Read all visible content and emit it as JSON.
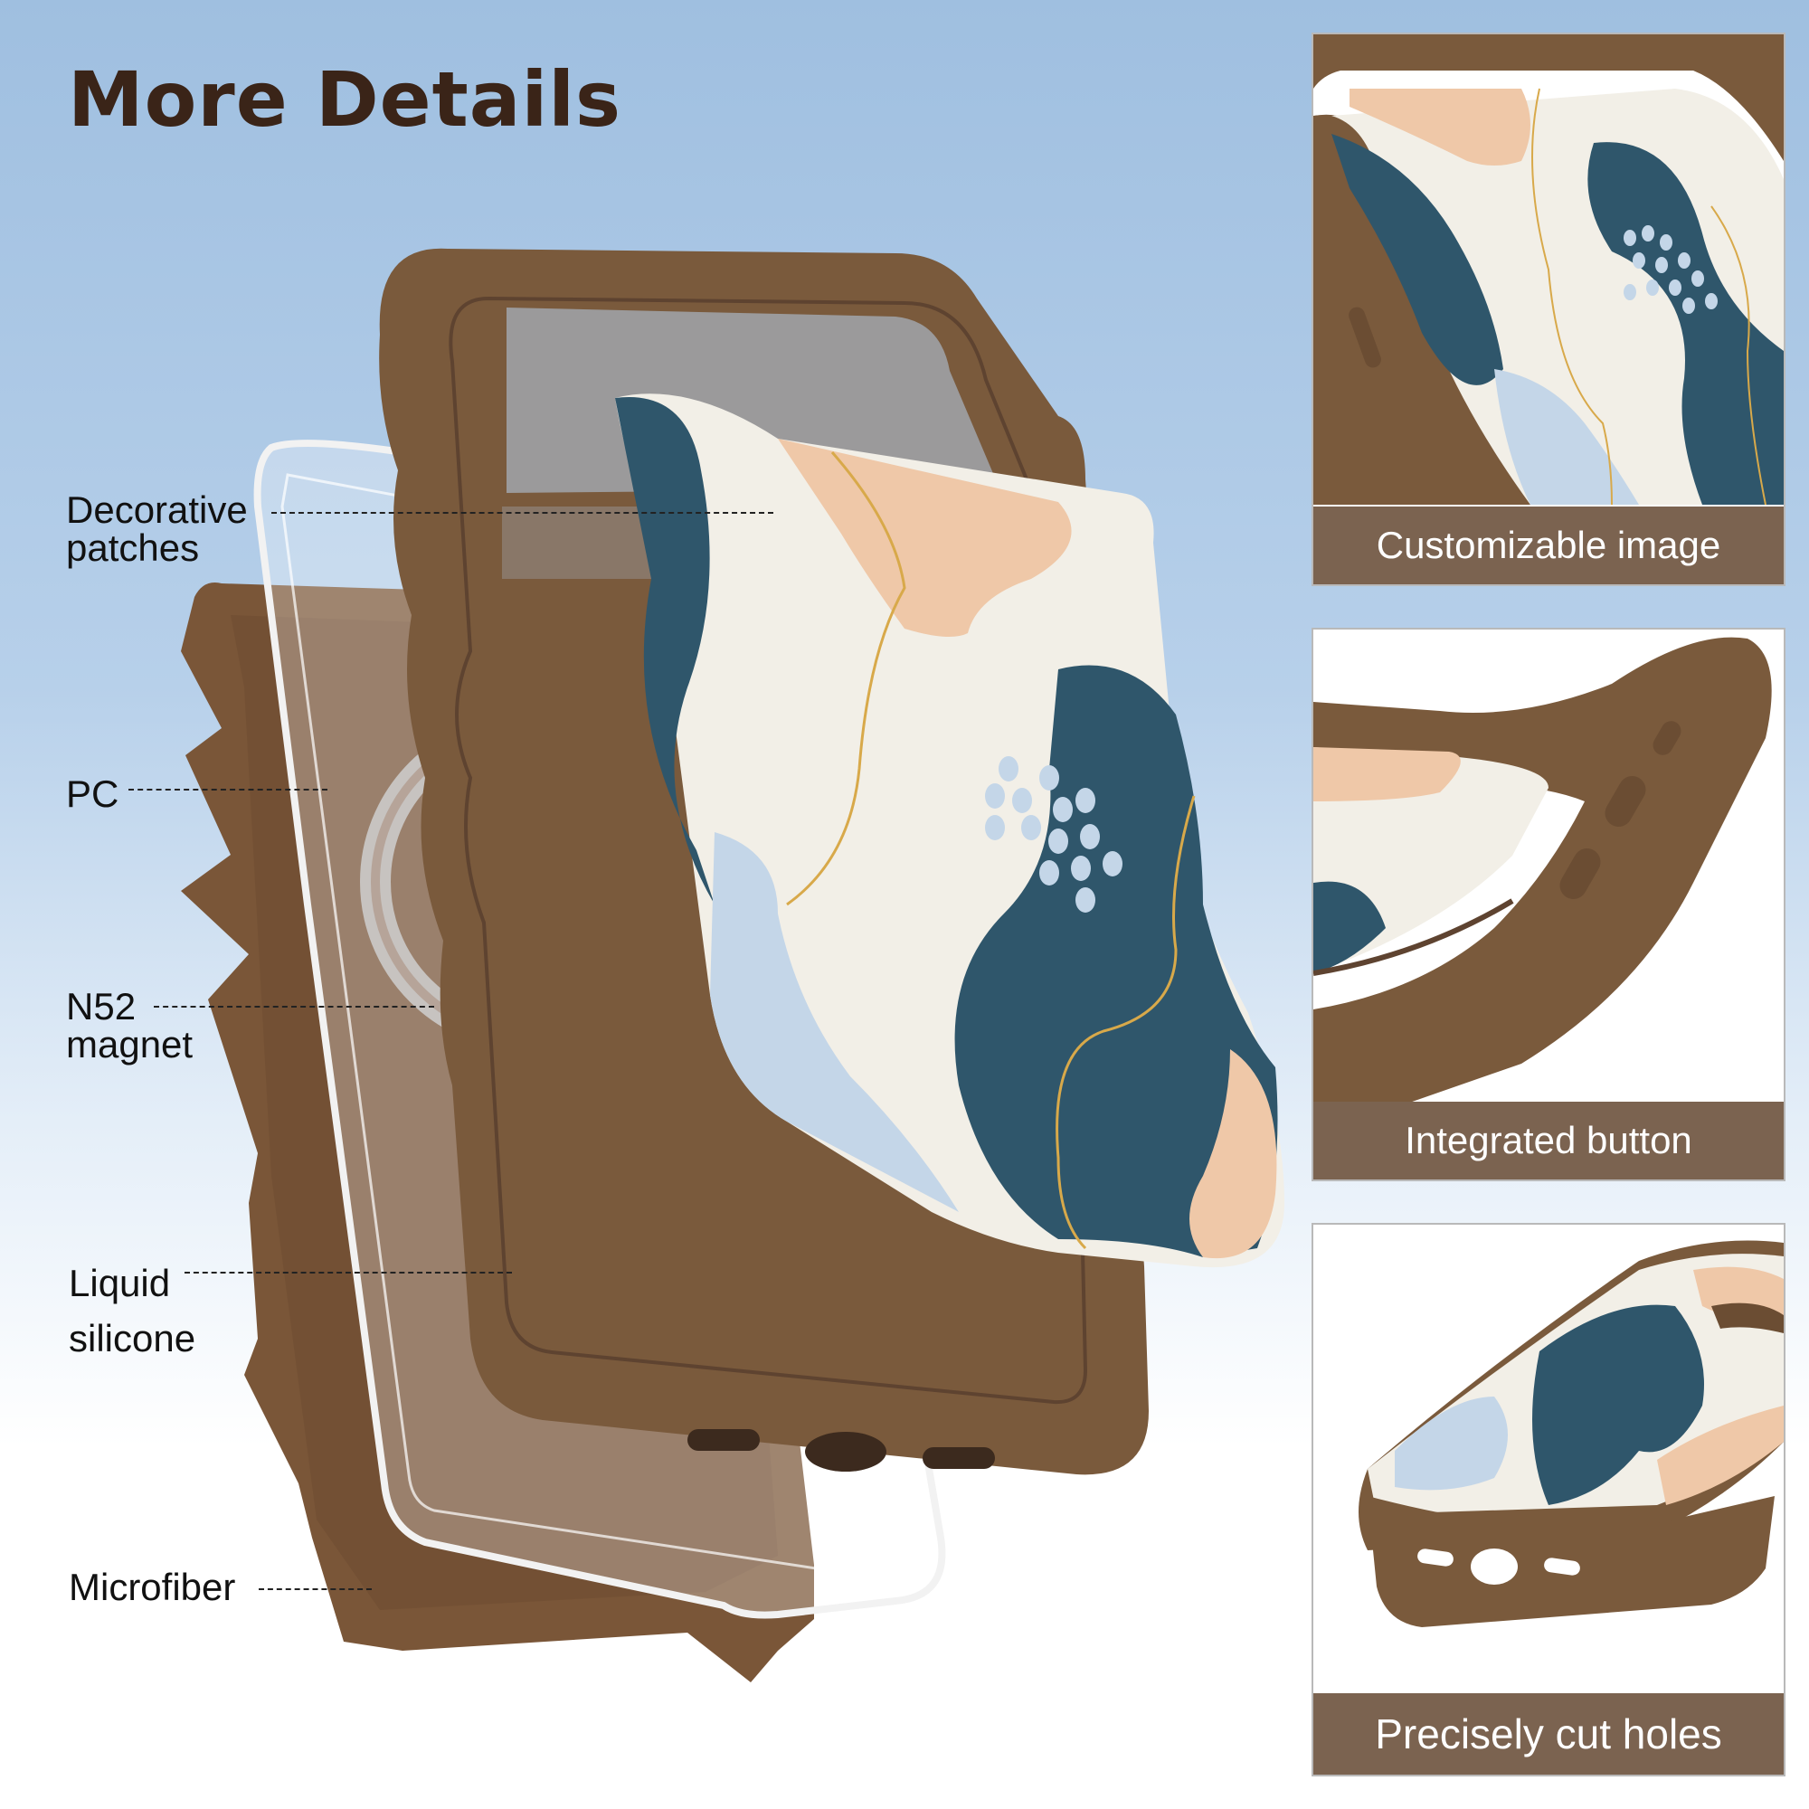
{
  "header": {
    "title": "More Details"
  },
  "layers": [
    {
      "line1": "Decorative",
      "line2": "patches"
    },
    {
      "line1": "PC",
      "line2": ""
    },
    {
      "line1": "N52",
      "line2": "magnet"
    },
    {
      "line1": "Liquid",
      "line2": "silicone"
    },
    {
      "line1": "Microfiber",
      "line2": ""
    }
  ],
  "features": [
    {
      "caption": "Customizable image"
    },
    {
      "caption": "Integrated  button"
    },
    {
      "caption": "Precisely cut holes"
    }
  ],
  "colors": {
    "title": "#3a2418",
    "silicone_brown": "#7a5a3c",
    "microfiber_brown": "#7a5638",
    "caption_bar": "#7b6350",
    "pattern_navy": "#2f566b",
    "pattern_peach": "#efc8a8",
    "pattern_cream": "#f2efe7",
    "pattern_lightblue": "#c4d6e8",
    "pattern_gold": "#d8a94a"
  }
}
